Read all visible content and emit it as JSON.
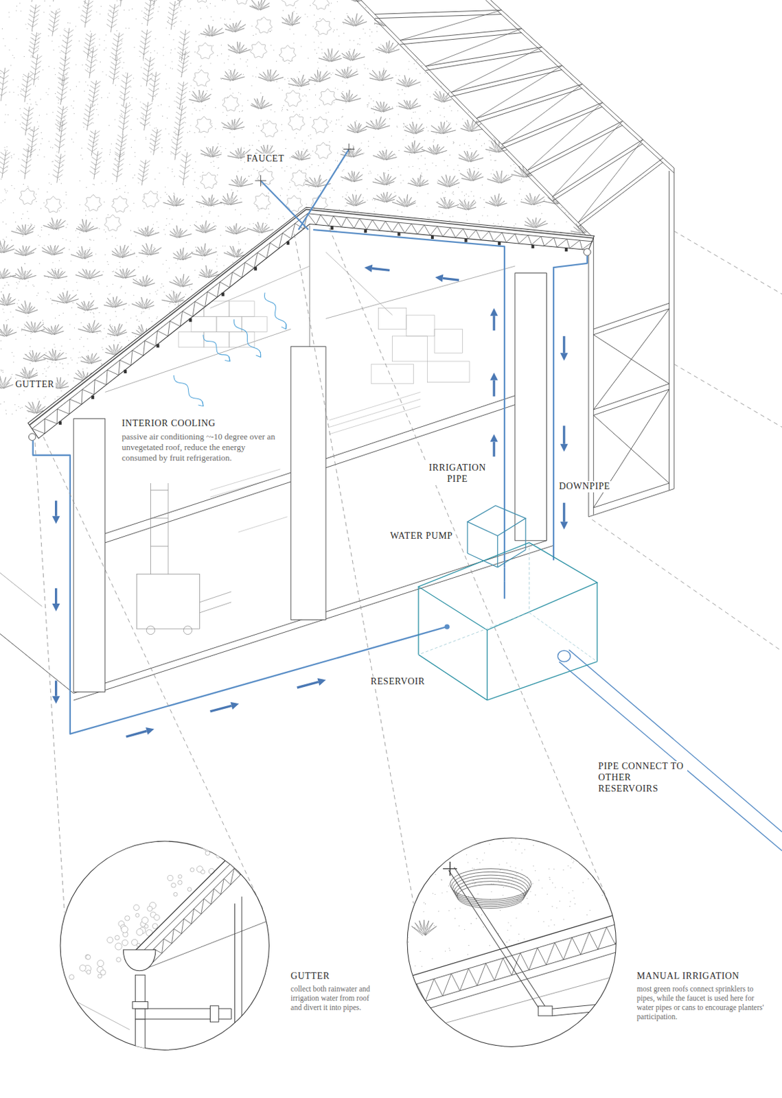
{
  "diagram": {
    "nodes": [
      {
        "text": [
          "WATER PUMP"
        ]
      },
      {
        "text": [
          "RESERVOIR"
        ]
      },
      {
        "text": [
          "GUTTER",
          "collect both rainwater and irrigation water from roof and divert it into pipes."
        ]
      },
      {
        "text": [
          "MANUAL IRRIGATION",
          "most green roofs connect sprinklers to pipes, while the faucet is used here for water pipes or cans to encourage planters' participation."
        ]
      }
    ],
    "edges": [
      {
        "from": 1,
        "to": 0,
        "arrow": "none"
      }
    ],
    "labels": [
      "FAUCET",
      "GUTTER",
      "INTERIOR COOLING",
      "passive air conditioning ~-10 degree over an unvegetated roof, reduce the energy consumed by fruit refrigeration.",
      "IRRIGATION PIPE",
      "DOWNPIPE",
      "PIPE CONNECT TO OTHER RESERVOIRS"
    ]
  }
}
